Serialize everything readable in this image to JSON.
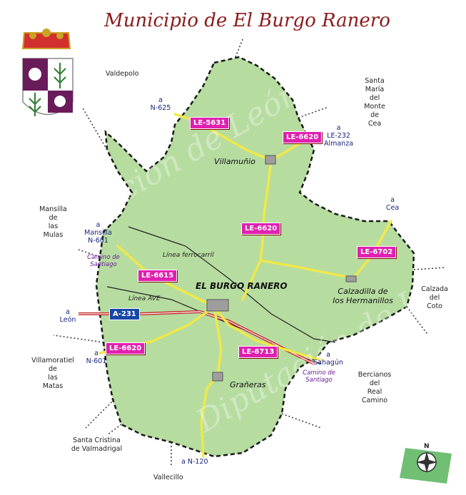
{
  "title": "Municipio de El Burgo Ranero",
  "watermark": "Diputación de León",
  "neighbors": {
    "valdepolo": "Valdepolo",
    "santa_maria": [
      "Santa",
      "María",
      "del",
      "Monte",
      "de",
      "Cea"
    ],
    "mansilla_mulas": [
      "Mansilla",
      "de",
      "las",
      "Mulas"
    ],
    "calzada": [
      "Calzada",
      "del",
      "Coto"
    ],
    "villamoratiel": [
      "Villamoratiel",
      "de",
      "las",
      "Matas"
    ],
    "bercianos": [
      "Bercianos",
      "del",
      "Real",
      "Camino"
    ],
    "santa_cristina": [
      "Santa Cristina",
      "de Valmadrigal"
    ],
    "vallecillo": "Vallecillo"
  },
  "exits": {
    "n625": [
      "a",
      "N-625"
    ],
    "le232": [
      "a",
      "LE-232",
      "Almanza"
    ],
    "cea": [
      "a",
      "Cea"
    ],
    "mansilla_n601": [
      "a",
      "Mansilla",
      "N-601"
    ],
    "leon": [
      "a",
      "León"
    ],
    "n601_s": [
      "a",
      "N-601"
    ],
    "sahagun": [
      "a",
      "Sahagún"
    ],
    "n120": "a  N-120"
  },
  "towns": {
    "villamunio": "Villamuñio",
    "burgo": "EL BURGO RANERO",
    "calzadilla": [
      "Calzadilla de",
      "los Hermanillos"
    ],
    "graneras": "Grañeras"
  },
  "roads": {
    "le5631": "LE-5631",
    "le6620_n": "LE-6620",
    "le6620_c": "LE-6620",
    "le6702": "LE-6702",
    "le6615": "LE-6615",
    "le6620_s": "LE-6620",
    "le6713": "LE-6713",
    "a231": "A-231"
  },
  "rail": {
    "ferrocarril": "Línea ferrocarril",
    "ave": "Línea AVE"
  },
  "camino": {
    "west": [
      "Camino de",
      "Santiago"
    ],
    "east": [
      "Camino de",
      "Santiago"
    ]
  },
  "compass": "N",
  "colors": {
    "land": "#b6dca0",
    "road": "#f0e84a",
    "road_badge": "#e020b0",
    "highway": "#1747a6",
    "title": "#8b1a1a"
  }
}
